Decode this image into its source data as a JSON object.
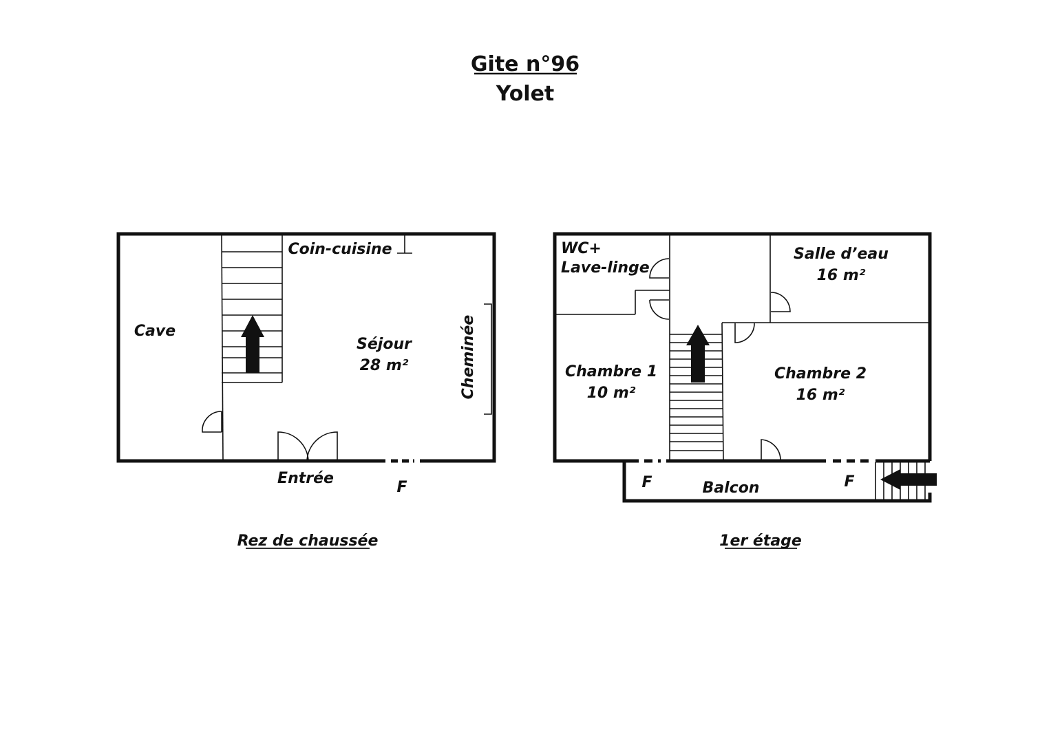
{
  "header": {
    "title": "Gite n°96",
    "subtitle": "Yolet"
  },
  "ground_floor": {
    "caption": "Rez de chaussée",
    "rooms": {
      "cave": "Cave",
      "coin_cuisine": "Coin-cuisine",
      "sejour_name": "Séjour",
      "sejour_area": "28 m²",
      "cheminee": "Cheminée"
    },
    "entree": "Entrée",
    "window": "F"
  },
  "first_floor": {
    "caption": "1er étage",
    "rooms": {
      "wc_line1": "WC+",
      "wc_line2": "Lave-linge",
      "salle_name": "Salle d’eau",
      "salle_area": "16 m²",
      "chambre1_name": "Chambre 1",
      "chambre1_area": "10 m²",
      "chambre2_name": "Chambre 2",
      "chambre2_area": "16 m²"
    },
    "balcon": "Balcon",
    "window_left": "F",
    "window_right": "F"
  },
  "colors": {
    "ink": "#111111",
    "background": "#ffffff"
  }
}
